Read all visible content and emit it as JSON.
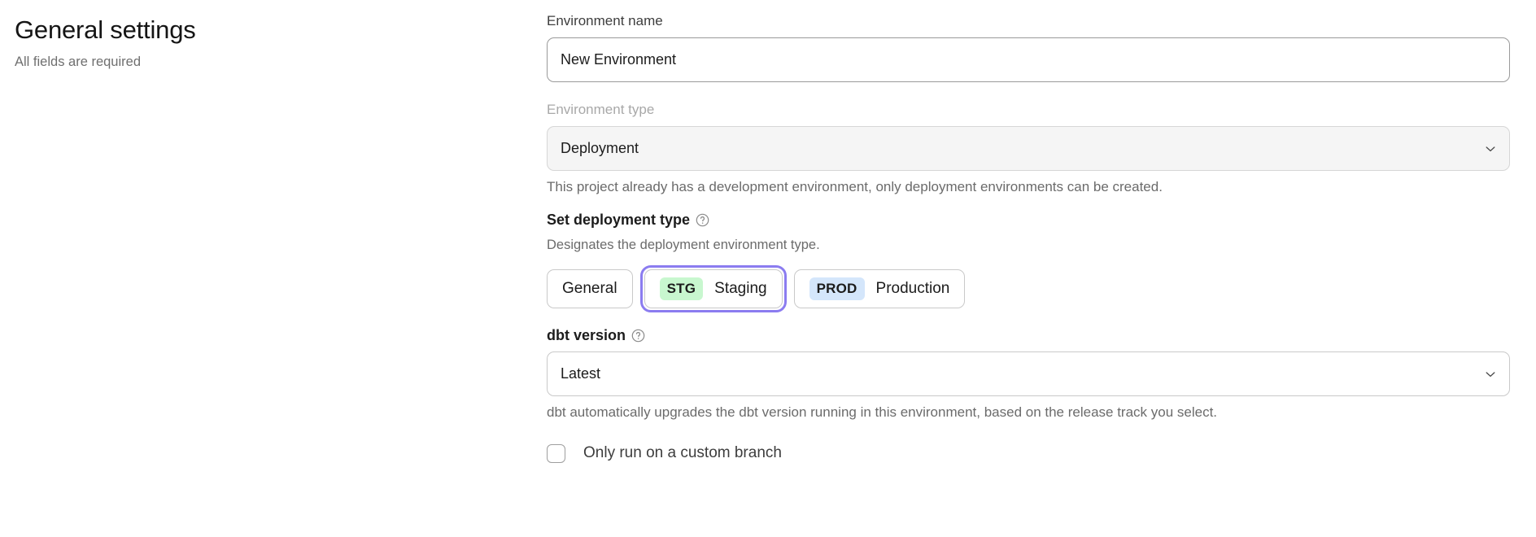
{
  "header": {
    "title": "General settings",
    "subtitle": "All fields are required"
  },
  "form": {
    "environment_name": {
      "label": "Environment name",
      "value": "New Environment",
      "placeholder": "Environment name"
    },
    "environment_type": {
      "label": "Environment type",
      "value": "Deployment",
      "disabled": true,
      "helper": "This project already has a development environment, only deployment environments can be created.",
      "chevron_icon": "chevron-down-icon"
    },
    "deployment_type": {
      "heading": "Set deployment type",
      "help_icon": "question-circle-icon",
      "description": "Designates the deployment environment type.",
      "selected": "Staging",
      "options": [
        {
          "id": "general",
          "badge": "",
          "label": "General",
          "focused": false
        },
        {
          "id": "staging",
          "badge": "STG",
          "label": "Staging",
          "focused": true
        },
        {
          "id": "production",
          "badge": "PROD",
          "label": "Production",
          "focused": false
        }
      ]
    },
    "dbt_version": {
      "label": "dbt version",
      "help_icon": "question-circle-icon",
      "value": "Latest",
      "helper": "dbt automatically upgrades the dbt version running in this environment, based on the release track you select.",
      "chevron_icon": "chevron-down-icon"
    },
    "custom_branch": {
      "label": "Only run on a custom branch",
      "checked": false
    }
  },
  "colors": {
    "focus_ring": "#8b7cf0",
    "stg_badge_bg": "#c8f7cf",
    "prod_badge_bg": "#d4e6fb",
    "text_primary": "#1c1c1c",
    "text_muted": "#6b6b6b",
    "disabled_bg": "#f5f5f5"
  }
}
